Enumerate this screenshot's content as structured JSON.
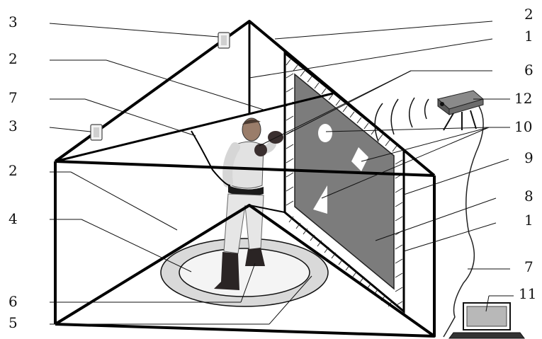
{
  "callouts": {
    "left": [
      "3",
      "2",
      "7",
      "3",
      "2",
      "4",
      "6",
      "5"
    ],
    "right": [
      "2",
      "1",
      "6",
      "12",
      "10",
      "9",
      "8",
      "1",
      "7",
      "11"
    ]
  },
  "colors": {
    "screen": "#7c7c7c",
    "floor_ring": "#d9d9d9",
    "floor_inner": "#f4f4f4",
    "frame": "#000000"
  },
  "icons": {
    "sensor": "camera-sensor-icon",
    "projector": "projector-icon",
    "laptop": "laptop-icon",
    "athlete": "boxer-figure"
  }
}
